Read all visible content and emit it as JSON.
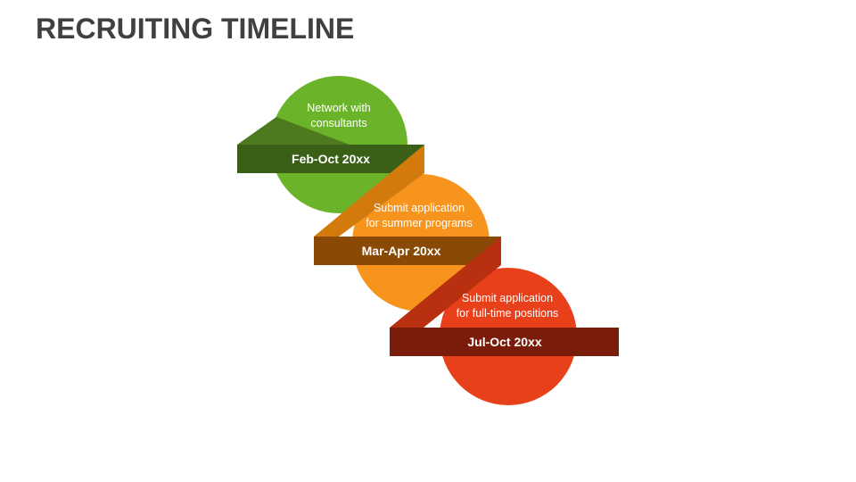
{
  "title": "RECRUITING TIMELINE",
  "stages": [
    {
      "lines": [
        "Network with",
        "consultants"
      ],
      "date": "Feb-Oct 20xx",
      "colors": {
        "circle": "#6BB42A",
        "band": "#3A5F17",
        "fold": "#4D7A1F"
      }
    },
    {
      "lines": [
        "Submit application",
        "for summer programs"
      ],
      "date": "Mar-Apr 20xx",
      "colors": {
        "circle": "#F7941D",
        "band": "#8A4A06",
        "fold": "#D37A0C"
      }
    },
    {
      "lines": [
        "Submit application",
        "for full-time positions"
      ],
      "date": "Jul-Oct 20xx",
      "colors": {
        "circle": "#E8401A",
        "band": "#7A1C0A",
        "fold": "#B8300F"
      }
    }
  ]
}
